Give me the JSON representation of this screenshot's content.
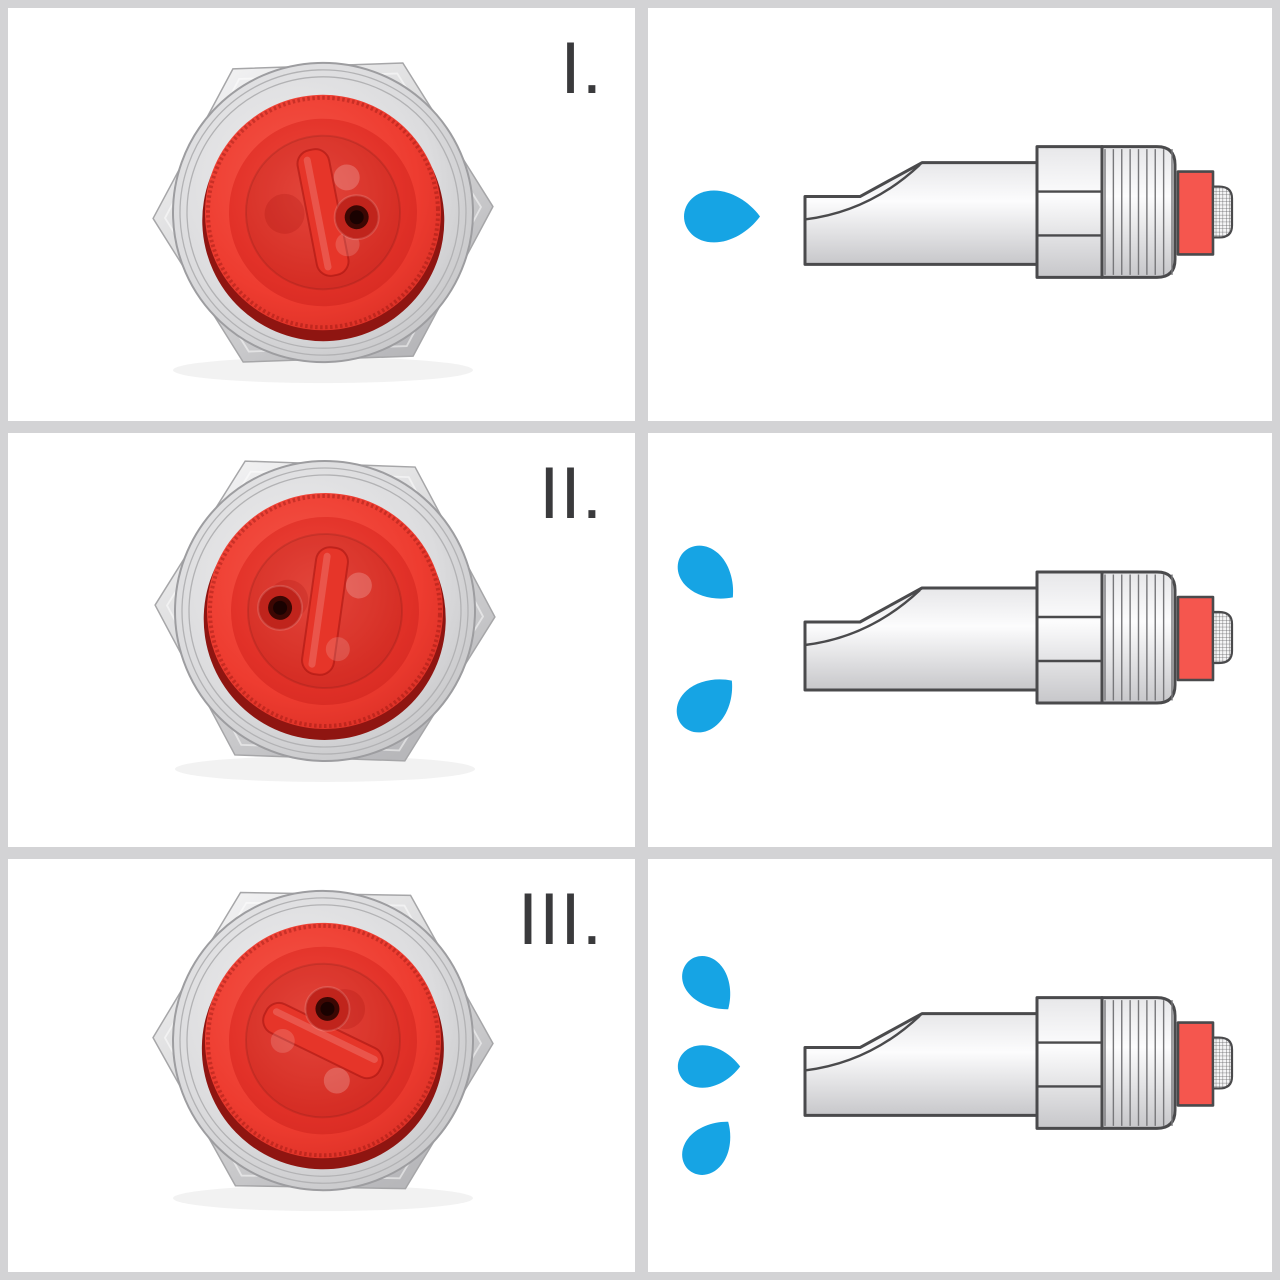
{
  "colors": {
    "background": "#d3d3d5",
    "panel": "#ffffff",
    "label_text": "#3a3a3c",
    "water_blue": "#16a4e4",
    "outline_gray": "#4a4a4c",
    "thread_line": "#77777a",
    "nozzle_red": "#f5564e",
    "valve_ring_red": "#ee3c30",
    "valve_face_red": "#e23128",
    "valve_bar_red": "#e63529",
    "hole_dark": "#3c0703",
    "metal_light": "#f2f2f3",
    "metal_dark": "#c6c6c9"
  },
  "rows": [
    {
      "label": "I.",
      "valve": {
        "name": "valve-top-view",
        "setting": 1,
        "description": "hex fitting top view, red dial slot near vertical, outlet hole at right",
        "bar_angle_deg": -9,
        "hole_position": "right"
      },
      "diagram": {
        "name": "nozzle-side-view",
        "description": "nozzle side view spraying water",
        "drop_count": 1
      }
    },
    {
      "label": "II.",
      "valve": {
        "name": "valve-top-view",
        "setting": 2,
        "description": "hex fitting top view, red dial slot vertical, outlet hole at left",
        "bar_angle_deg": 6,
        "hole_position": "left"
      },
      "diagram": {
        "name": "nozzle-side-view",
        "description": "nozzle side view spraying water",
        "drop_count": 2
      }
    },
    {
      "label": "III.",
      "valve": {
        "name": "valve-top-view",
        "setting": 3,
        "description": "hex fitting top view, red dial slot near horizontal, outlet hole at top",
        "bar_angle_deg": 115,
        "hole_position": "top"
      },
      "diagram": {
        "name": "nozzle-side-view",
        "description": "nozzle side view spraying water",
        "drop_count": 3
      }
    }
  ]
}
